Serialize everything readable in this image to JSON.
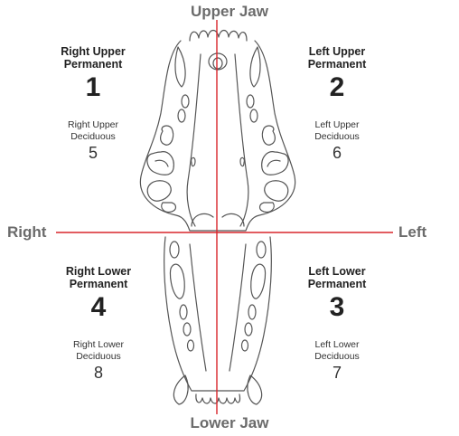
{
  "labels": {
    "upper_jaw": "Upper Jaw",
    "lower_jaw": "Lower Jaw",
    "right": "Right",
    "left": "Left"
  },
  "quadrants": {
    "right_upper": {
      "permanent": "Right Upper\nPermanent",
      "permanent_number": "1",
      "deciduous": "Right Upper\nDeciduous",
      "deciduous_number": "5"
    },
    "left_upper": {
      "permanent": "Left Upper\nPermanent",
      "permanent_number": "2",
      "deciduous": "Left Upper\nDeciduous",
      "deciduous_number": "6"
    },
    "right_lower": {
      "permanent": "Right Lower\nPermanent",
      "permanent_number": "4",
      "deciduous": "Right Lower\nDeciduous",
      "deciduous_number": "8"
    },
    "left_lower": {
      "permanent": "Left Lower\nPermanent",
      "permanent_number": "3",
      "deciduous": "Left Lower\nDeciduous",
      "deciduous_number": "7"
    }
  },
  "colors": {
    "axis_line": "#d9262c",
    "outline": "#555555",
    "label_gray": "#6b6b6b"
  }
}
